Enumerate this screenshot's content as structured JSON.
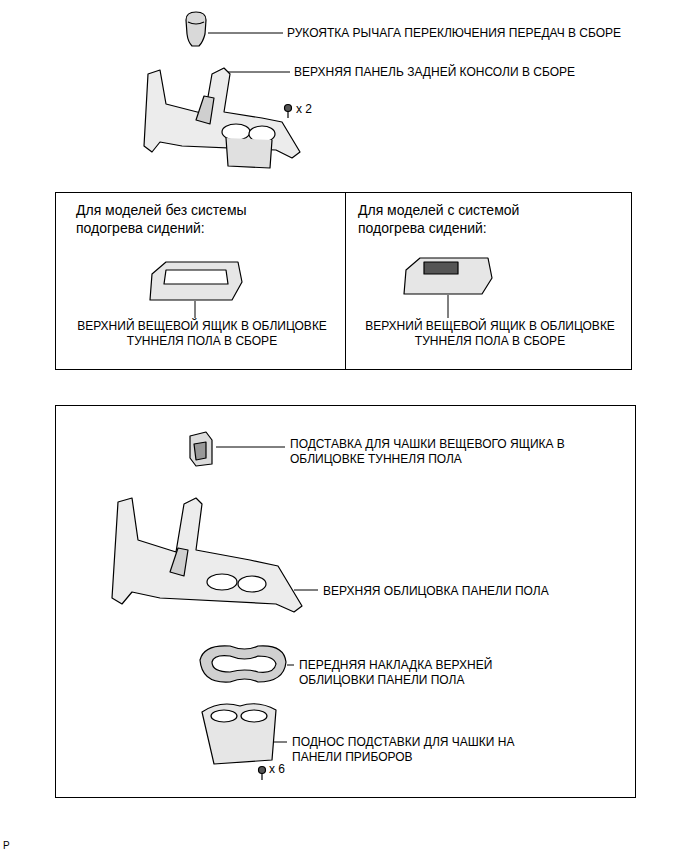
{
  "diagram": {
    "nodes": [
      {
        "text": [
          "Для моделей без системы подогрева сидений:",
          "ВЕРХНИЙ ВЕЩЕВОЙ ЯЩИК В ОБЛИЦОВКЕ ТУННЕЛЯ ПОЛА В СБОРЕ"
        ]
      },
      {
        "text": [
          "Для моделей с системой подогрева сидений:",
          "ВЕРХНИЙ ВЕЩЕВОЙ ЯЩИК В ОБЛИЦОВКЕ ТУННЕЛЯ ПОЛА В СБОРЕ"
        ]
      },
      {
        "text": [
          "ПОДСТАВКА ДЛЯ ЧАШКИ ВЕЩЕВОГО ЯЩИКА В ОБЛИЦОВКЕ ТУННЕЛЯ ПОЛА",
          "ВЕРХНЯЯ ОБЛИЦОВКА ПАНЕЛИ ПОЛА",
          "ПЕРЕДНЯЯ НАКЛАДКА ВЕРХНЕЙ ОБЛИЦОВКИ ПАНЕЛИ ПОЛА",
          "ПОДНОС ПОДСТАВКИ ДЛЯ ЧАШКИ НА ПАНЕЛИ ПРИБОРОВ"
        ]
      }
    ],
    "labels": [
      "РУКОЯТКА РЫЧАГА ПЕРЕКЛЮЧЕНИЯ ПЕРЕДАЧ В СБОРЕ",
      "ВЕРХНЯЯ ПАНЕЛЬ ЗАДНЕЙ КОНСОЛИ В СБОРЕ",
      "x 2",
      "x 6",
      "P"
    ]
  }
}
